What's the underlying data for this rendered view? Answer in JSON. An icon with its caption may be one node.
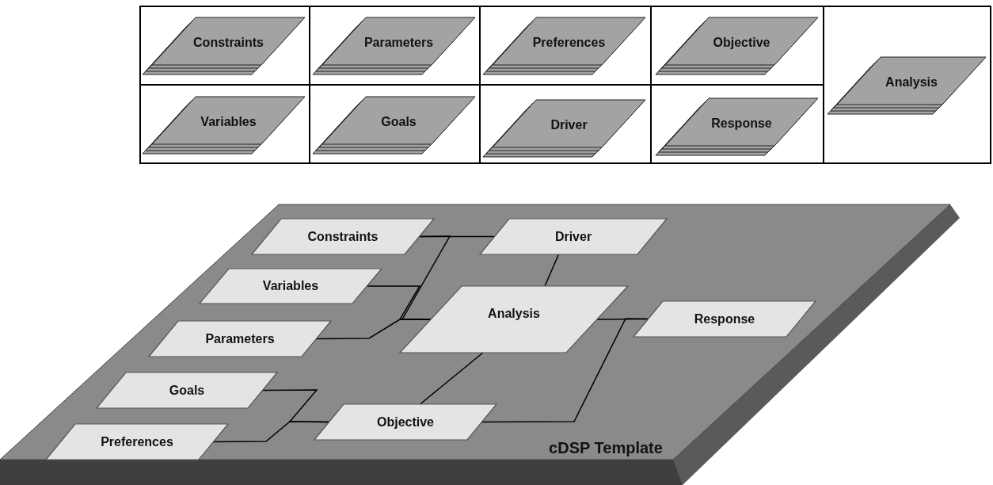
{
  "diagram": {
    "nodes": [
      {
        "text": [
          "Constraints"
        ]
      },
      {
        "text": [
          "Parameters"
        ]
      },
      {
        "text": [
          "Preferences"
        ]
      },
      {
        "text": [
          "Objective"
        ]
      },
      {
        "text": [
          "Analysis"
        ]
      },
      {
        "text": [
          "Variables"
        ]
      },
      {
        "text": [
          "Goals"
        ]
      },
      {
        "text": [
          "Driver"
        ]
      },
      {
        "text": [
          "Response"
        ]
      },
      {
        "text": [
          "cDSP Template"
        ]
      },
      {
        "text": [
          "Constraints"
        ],
        "in": 9
      },
      {
        "text": [
          "Driver"
        ],
        "in": 9
      },
      {
        "text": [
          "Variables"
        ],
        "in": 9
      },
      {
        "text": [
          "Analysis"
        ],
        "in": 9
      },
      {
        "text": [
          "Parameters"
        ],
        "in": 9
      },
      {
        "text": [
          "Response"
        ],
        "in": 9
      },
      {
        "text": [
          "Goals"
        ],
        "in": 9
      },
      {
        "text": [
          "Objective"
        ],
        "in": 9
      },
      {
        "text": [
          "Preferences"
        ],
        "in": 9
      }
    ],
    "edges": [
      {
        "from": 10,
        "to": 11,
        "arrow": "none"
      },
      {
        "from": 10,
        "to": 13,
        "arrow": "none"
      },
      {
        "from": 12,
        "to": 13,
        "arrow": "none"
      },
      {
        "from": 14,
        "to": 13,
        "arrow": "none"
      },
      {
        "from": 11,
        "to": 13,
        "arrow": "none"
      },
      {
        "from": 13,
        "to": 15,
        "arrow": "none"
      },
      {
        "from": 17,
        "to": 15,
        "arrow": "none"
      },
      {
        "from": 13,
        "to": 17,
        "arrow": "none"
      },
      {
        "from": 16,
        "to": 17,
        "arrow": "none"
      },
      {
        "from": 18,
        "to": 17,
        "arrow": "none"
      }
    ]
  }
}
